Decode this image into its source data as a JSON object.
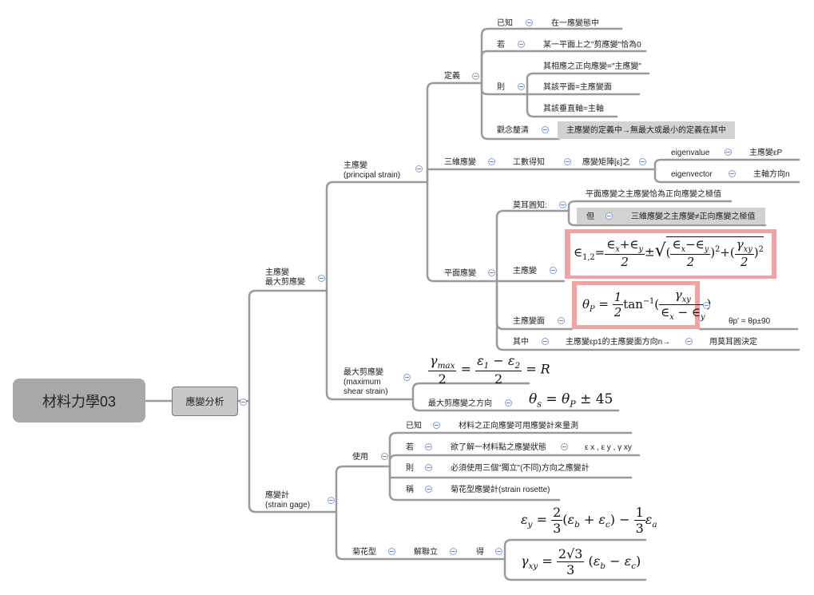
{
  "root": "材料力學03",
  "subtopic": "應變分析",
  "branch_principal_max": "主應變\n最大剪應變",
  "principal_strain": "主應變\n(principal strain)",
  "definition": "定義",
  "def_known_label": "已知",
  "def_known_value": "在一應變態中",
  "def_if_label": "若",
  "def_if_value": "某一平面上之\"剪應變\"恰為0",
  "def_then_label": "則",
  "def_then_items": [
    "其相應之正向應變=\"主應變\"",
    "其該平面=主應變面",
    "其該垂直軸=主軸"
  ],
  "def_clarify_label": "觀念釐清",
  "def_clarify_value": "主應變的定義中→無最大或最小的定義在其中",
  "three_d": "三維應變",
  "three_d_engineering": "工數得知",
  "three_d_matrix": "應變矩陣[ε]之",
  "eigenvalue": "eigenvalue",
  "eigenvalue_result": "主應變εP",
  "eigenvector": "eigenvector",
  "eigenvector_result": "主軸方向n",
  "plane_strain": "平面應變",
  "mohr_known": "莫耳圓知:",
  "mohr_known_value": "平面應變之主應變恰為正向應變之極值",
  "but_label": "但",
  "but_value": "三維應變之主應變≠正向應變之極值",
  "principal_strain_label": "主應變",
  "principal_plane_label": "主應變面",
  "theta_p_prime": "θp' = θp±90",
  "among_label": "其中",
  "among_value": "主應變εp1的主應變面方向n→",
  "among_result": "用莫耳圓決定",
  "max_shear": "最大剪應變\n(maximum\nshear strain)",
  "max_shear_dir": "最大剪應變之方向",
  "strain_gage": "應變計\n(strain gage)",
  "use_label": "使用",
  "use_known_label": "已知",
  "use_known_value": "材料之正向應變可用應變計來量測",
  "use_if_label": "若",
  "use_if_value": "欲了解一材料點之應變狀態",
  "use_if_extra": "ε x , ε y , γ xy",
  "use_then_label": "則",
  "use_then_value": "必須使用三個\"獨立\"(不同)方向之應變計",
  "use_called_label": "稱",
  "use_called_value": "菊花型應變計(strain rosette)",
  "rosette": "菊花型",
  "solve": "解聯立",
  "obtain": "得",
  "formulas": {
    "f_max_shear": "γmax/2 = (ε1 − ε2)/2 = R",
    "f_theta_s": "θs = θP ± 45",
    "f_eps12": "∈1,2 = (∈x+∈y)/2 ± √(((∈x−∈y)/2)² + (γxy/2)²)",
    "f_theta_p": "θP = ½ tan⁻¹(γxy/(∈x−∈y))",
    "f_eps_y": "εy = 2/3(εb + εc) − 1/3 εa",
    "f_gamma_xy": "γxy = 2√3/3 (εb − εc)"
  },
  "colors": {
    "line": "#9a9a9a",
    "highlight": "#d2d2d2",
    "formula_border": "#f1a3a3",
    "collapse": "#6f87c6",
    "root": "#a8a8a8"
  }
}
